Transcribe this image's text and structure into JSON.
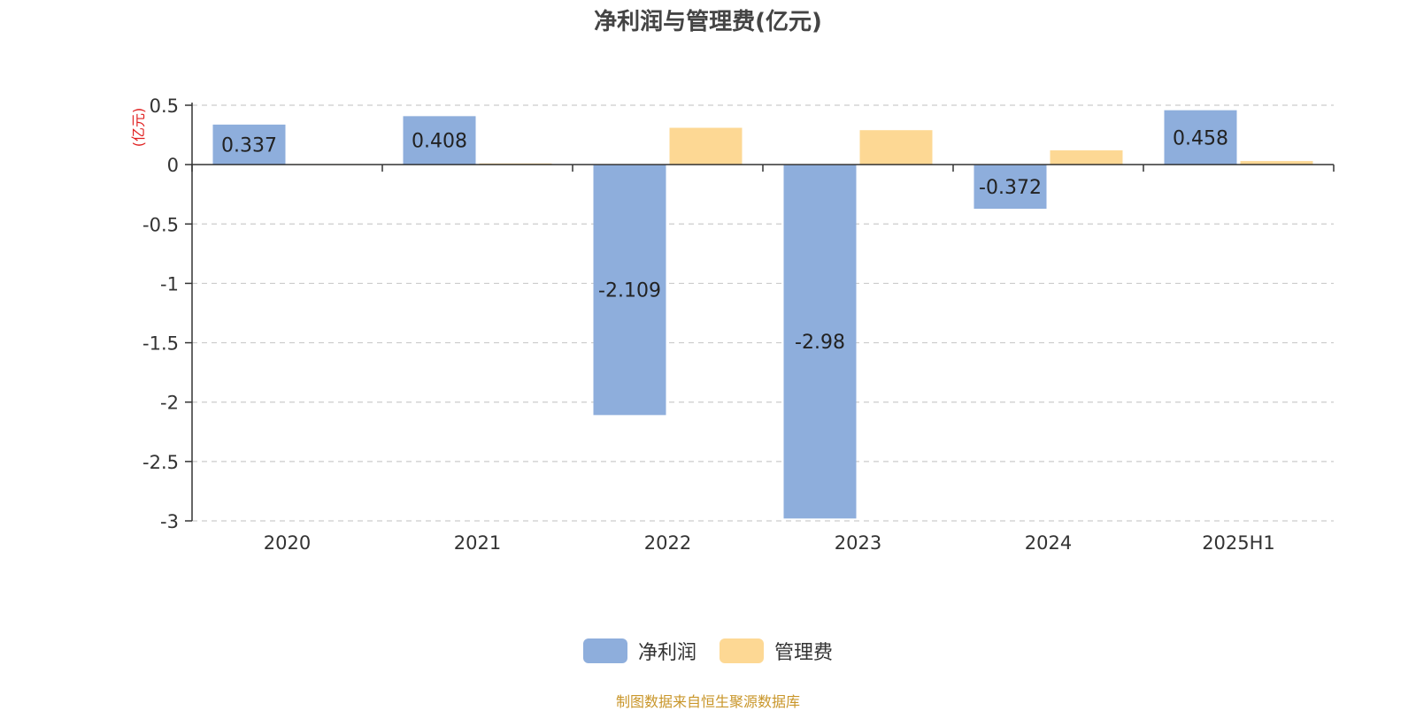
{
  "chart_data": {
    "type": "bar",
    "title": "净利润与管理费(亿元)",
    "ylabel": "(亿元)",
    "categories": [
      "2020",
      "2021",
      "2022",
      "2023",
      "2024",
      "2025H1"
    ],
    "series": [
      {
        "name": "净利润",
        "values": [
          0.337,
          0.408,
          -2.109,
          -2.98,
          -0.372,
          0.458
        ],
        "color": "#8eaedc",
        "labels": [
          "0.337",
          "0.408",
          "-2.109",
          "-2.98",
          "-0.372",
          "0.458"
        ]
      },
      {
        "name": "管理费",
        "values": [
          0.005,
          0.01,
          0.31,
          0.29,
          0.12,
          0.03
        ],
        "color": "#fdd894"
      }
    ],
    "ylim": [
      -3,
      0.5
    ],
    "yticks": [
      "0.5",
      "0",
      "-0.5",
      "-1",
      "-1.5",
      "-2",
      "-2.5",
      "-3"
    ],
    "grid": true,
    "legend_position": "bottom"
  },
  "source_note": "制图数据来自恒生聚源数据库"
}
